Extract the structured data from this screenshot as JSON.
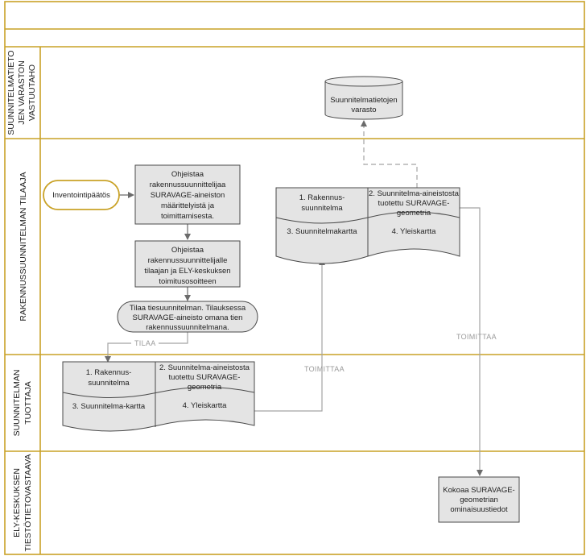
{
  "colors": {
    "frame": "#c9a227",
    "box_fill": "#e4e4e4",
    "box_stroke": "#4a4a4a",
    "start_fill": "#ffffff",
    "start_stroke": "#c9a227",
    "line": "#a3a3a3",
    "arrow": "#6b6b6b"
  },
  "lanes": {
    "varasto": [
      "SUUNNITELMATIETO",
      "JEN VARASTON",
      "VASTUUTAHO"
    ],
    "tilaaja": [
      "RAKENNUSSUUNNITELMAN TILAAJA"
    ],
    "tuottaja": [
      "SUUNNITELMAN",
      "TUOTTAJA"
    ],
    "ely": [
      "ELY-KESKUKSEN",
      "TIESTÖTIETOVASTAAVA"
    ]
  },
  "nodes": {
    "database": [
      "Suunnitelmatietojen",
      "varasto"
    ],
    "start": "Inventointipäätös",
    "ohjeistaa1": [
      "Ohjeistaa",
      "rakennussuunnittelijaa",
      "SURAVAGE-aineiston",
      "määrittelyistä ja",
      "toimittamisesta."
    ],
    "ohjeistaa2": [
      "Ohjeistaa",
      "rakennussuunnittelijalle",
      "tilaajan ja ELY-keskuksen",
      "toimitusosoitteen"
    ],
    "tilaa": [
      "Tilaa tiesuunnitelman. Tilauksessa",
      "SURAVAGE-aineisto omana tien",
      "rakennussuunnitelmana."
    ],
    "doc_tilaaja": {
      "c1": [
        "1. Rakennus-",
        "suunnitelma"
      ],
      "c2": [
        "2. Suunnitelma-aineistosta",
        "tuotettu SURAVAGE-",
        "geometria"
      ],
      "c3": [
        "3. Suunnitelmakartta"
      ],
      "c4": [
        "4. Yleiskartta"
      ]
    },
    "doc_tuottaja": {
      "c1": [
        "1. Rakennus-",
        "suunnitelma"
      ],
      "c2": [
        "2. Suunnitelma-aineistosta",
        "tuotettu SURAVAGE-",
        "geometria"
      ],
      "c3": [
        "3. Suunnitelma-kartta"
      ],
      "c4": [
        "4. Yleiskartta"
      ]
    },
    "kokoaa": [
      "Kokoaa SURAVAGE-",
      "geometrian",
      "ominaisuustiedot"
    ]
  },
  "edges": {
    "tilaa": "TILAA",
    "toimittaa1": "TOIMITTAA",
    "toimittaa2": "TOIMITTAA"
  }
}
